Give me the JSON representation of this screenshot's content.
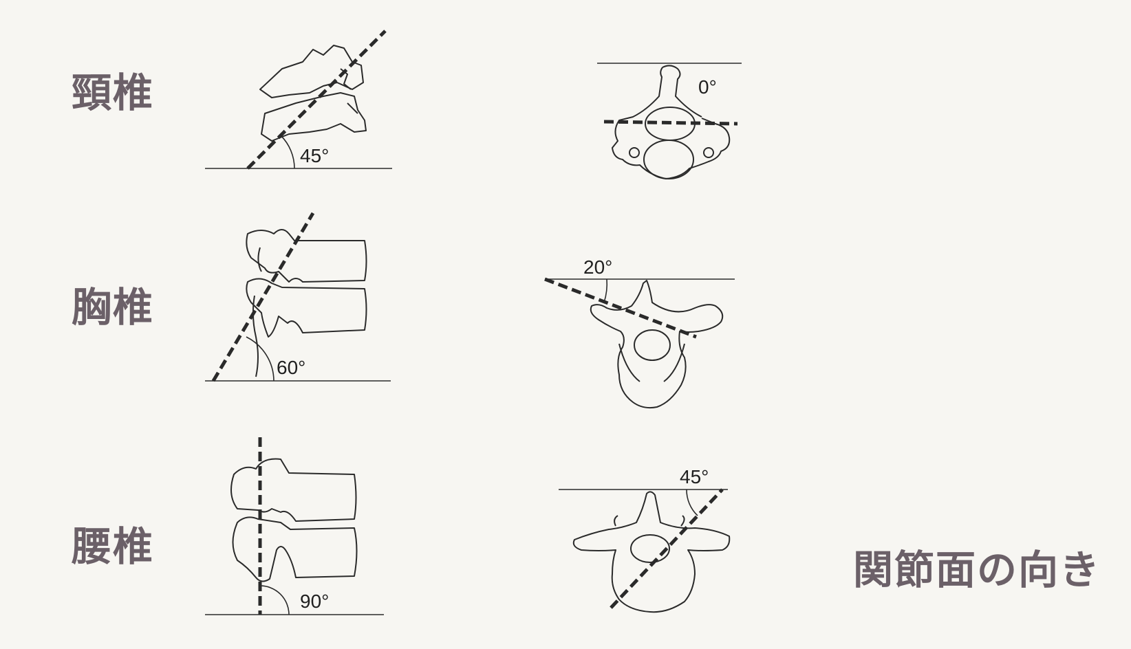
{
  "regions": {
    "cervical": {
      "label": "頸椎",
      "lateral_angle": "45°",
      "axial_angle": "0°"
    },
    "thoracic": {
      "label": "胸椎",
      "lateral_angle": "60°",
      "axial_angle": "20°"
    },
    "lumbar": {
      "label": "腰椎",
      "lateral_angle": "90°",
      "axial_angle": "45°"
    }
  },
  "caption": "関節面の向き"
}
